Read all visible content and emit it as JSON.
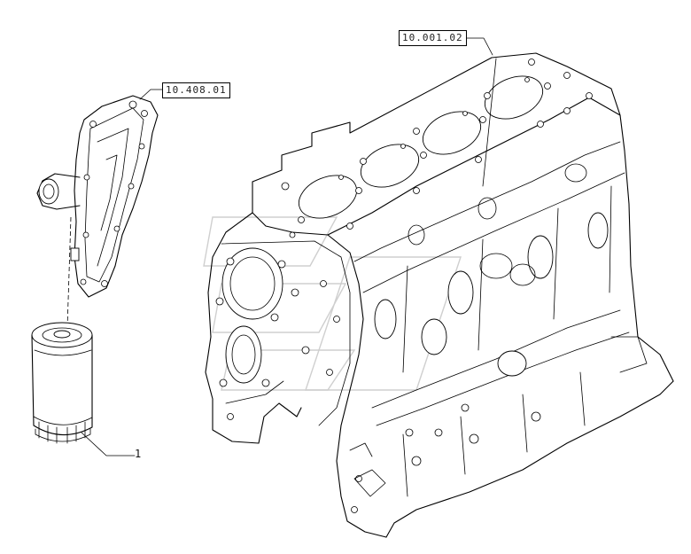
{
  "references": {
    "block_ref": "10.001.02",
    "housing_ref": "10.408.01"
  },
  "callouts": {
    "filter_item": "1"
  },
  "colors": {
    "line": "#000000",
    "background": "#ffffff"
  }
}
